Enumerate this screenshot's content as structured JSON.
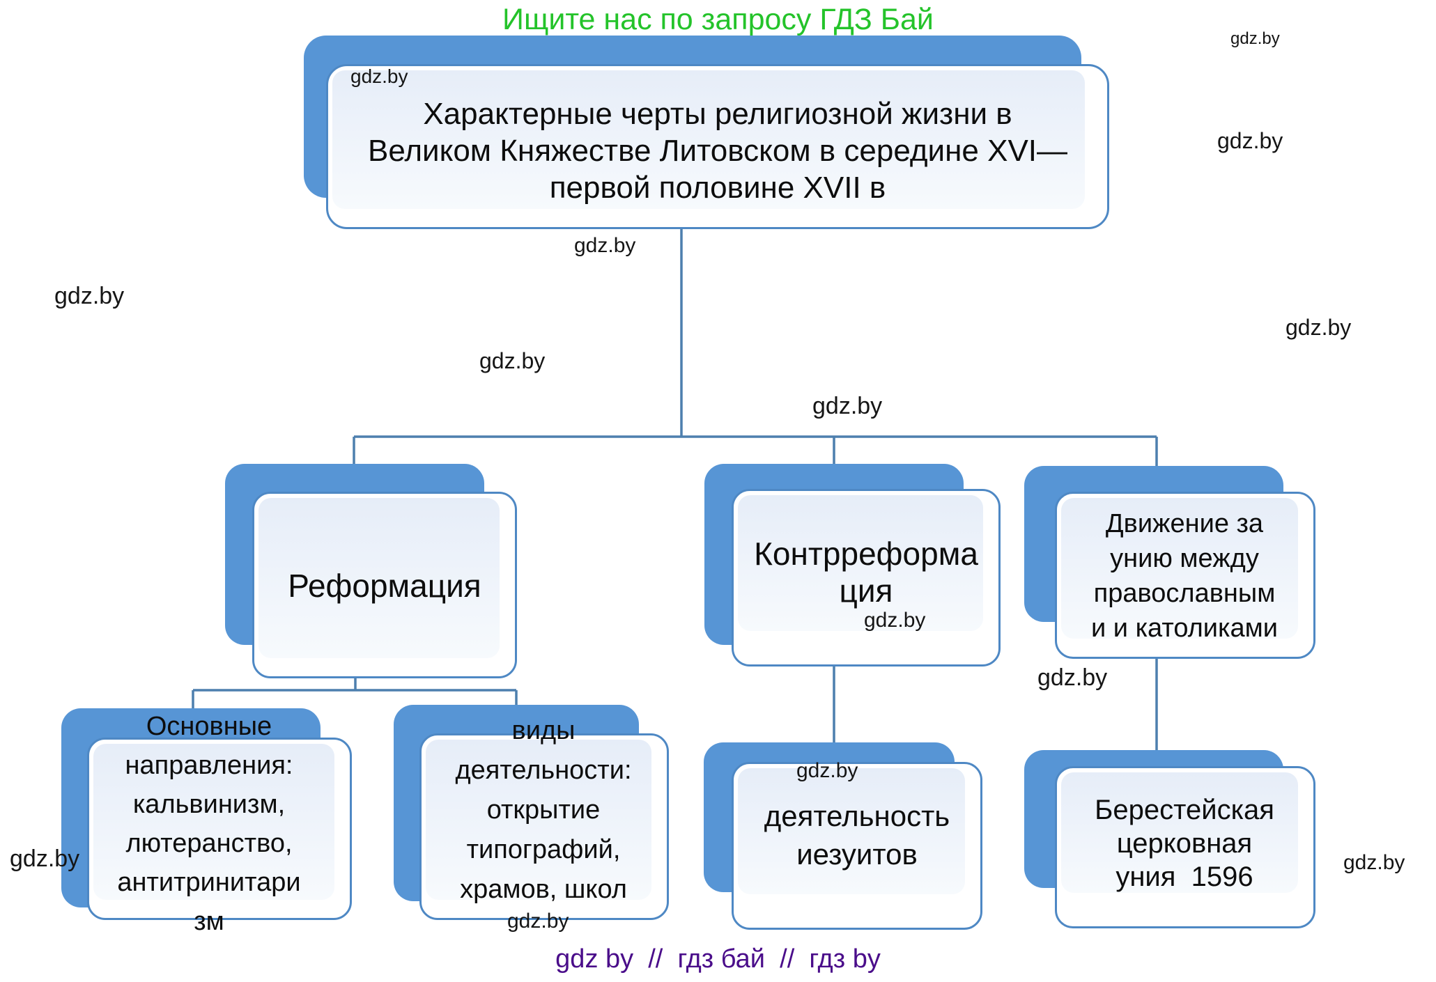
{
  "header": {
    "promo": "Ищите нас по запросу ГДЗ Бай"
  },
  "watermark": "gdz.by",
  "footer": {
    "text": "gdz by  //  гдз бай  //  гдз by"
  },
  "colors": {
    "box_fill": "#5795d5",
    "box_border": "#4e88c4",
    "panel_top": "#e6edf8",
    "panel_bottom": "#f7fafd",
    "line": "#4d7fae",
    "promo_green": "#24c32a",
    "footer_purple": "#4a0d8a"
  },
  "diagram": {
    "type": "hierarchy-flowchart",
    "root": {
      "lines": [
        "Характерные черты религиозной жизни в",
        "Великом Княжестве Литовском в середине XVI—",
        "первой половине XVII в"
      ]
    },
    "branches": [
      {
        "id": "reformation",
        "lines": [
          "Реформация"
        ]
      },
      {
        "id": "counter-reformation",
        "lines": [
          "Контрреформа",
          "ция"
        ]
      },
      {
        "id": "union-movement",
        "lines": [
          "Движение за",
          "унию между",
          "православным",
          "и и католиками"
        ]
      }
    ],
    "leaves": [
      {
        "parent": "reformation",
        "lines": [
          "Основные",
          "направления:",
          "кальвинизм,",
          "лютеранство,",
          "антитринитари",
          "зм"
        ]
      },
      {
        "parent": "reformation",
        "lines": [
          "виды",
          "деятельности:",
          "открытие",
          "типографий,",
          "храмов, школ"
        ]
      },
      {
        "parent": "counter-reformation",
        "lines": [
          "деятельность",
          "иезуитов"
        ]
      },
      {
        "parent": "union-movement",
        "lines": [
          "Берестейская",
          "церковная",
          "уния  1596"
        ]
      }
    ]
  }
}
